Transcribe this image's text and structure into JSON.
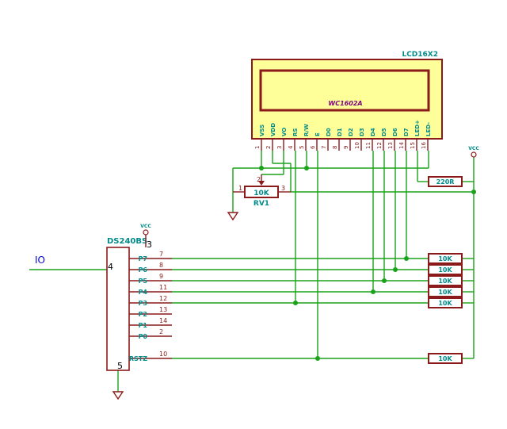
{
  "colors": {
    "wire": "#1aa21a",
    "body": "#8b1a1a",
    "lcd_fill": "#ffff99",
    "pin_num": "#8b1a1a",
    "ref": "#008b8b",
    "net": "#0000cc",
    "junction": "#1aa21a",
    "lcd_text": "#800080"
  },
  "lcd": {
    "ref": "LCD16X2",
    "model": "WC1602A",
    "pins": [
      {
        "name": "VSS",
        "num": "1"
      },
      {
        "name": "VDD",
        "num": "2"
      },
      {
        "name": "VO",
        "num": "3"
      },
      {
        "name": "RS",
        "num": "4"
      },
      {
        "name": "R/W",
        "num": "5"
      },
      {
        "name": "E",
        "num": "6"
      },
      {
        "name": "D0",
        "num": "7"
      },
      {
        "name": "D1",
        "num": "8"
      },
      {
        "name": "D2",
        "num": "9"
      },
      {
        "name": "D3",
        "num": "10"
      },
      {
        "name": "D4",
        "num": "11"
      },
      {
        "name": "D5",
        "num": "12"
      },
      {
        "name": "D6",
        "num": "13"
      },
      {
        "name": "D7",
        "num": "14"
      },
      {
        "name": "LED+",
        "num": "15"
      },
      {
        "name": "LED-",
        "num": "16"
      }
    ]
  },
  "pot": {
    "value": "10K",
    "ref": "RV1",
    "pin1": "1",
    "pin2": "2",
    "pin3": "3"
  },
  "vcc_right": {
    "label": "VCC"
  },
  "vcc_mcu": {
    "label": "VCC"
  },
  "r_led": {
    "value": "220R"
  },
  "pullups": [
    "10K",
    "10K",
    "10K",
    "10K",
    "10K",
    "10K"
  ],
  "mcu": {
    "ref": "DS240BS",
    "vcc_pin": "3",
    "in_pin": "4",
    "gnd_pin": "5",
    "pins": [
      {
        "name": "P7",
        "num": "7"
      },
      {
        "name": "P6",
        "num": "8"
      },
      {
        "name": "P5",
        "num": "9"
      },
      {
        "name": "P4",
        "num": "11"
      },
      {
        "name": "P3",
        "num": "12"
      },
      {
        "name": "P2",
        "num": "13"
      },
      {
        "name": "P1",
        "num": "14"
      },
      {
        "name": "P0",
        "num": "2"
      },
      {
        "name": "RSTZ",
        "num": "10"
      }
    ]
  },
  "net_label": "IO"
}
